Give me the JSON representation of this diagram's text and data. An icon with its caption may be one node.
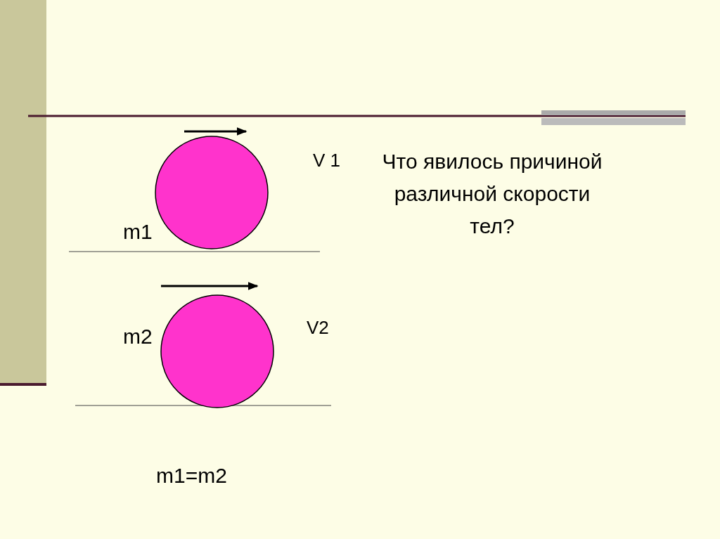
{
  "diagram": {
    "nodes": [
      {
        "text": [],
        "shape": "circle",
        "beside": [
          "m1"
        ]
      },
      {
        "text": [],
        "shape": "circle",
        "beside": [
          "m2"
        ]
      }
    ],
    "labels": [
      "V 1",
      "Что явилось причиной различной скорости тел?",
      "V2",
      "m1=m2"
    ]
  }
}
